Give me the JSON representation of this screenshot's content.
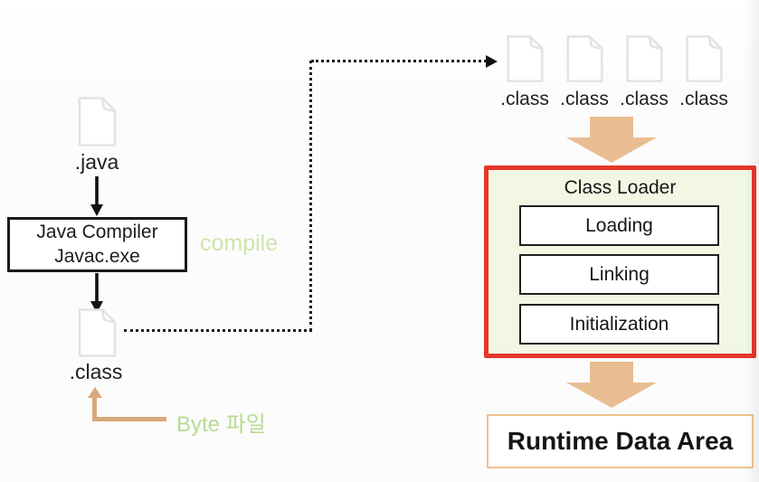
{
  "colors": {
    "accent_red": "#e5372b",
    "panel_green_bg": "#f1f7e3",
    "soft_green_text": "#cde5ab",
    "byte_green_text": "#b7dc92",
    "tan_arrow": "#d9a87c",
    "block_arrow": "#e9bd92",
    "runtime_border": "#efc28f",
    "file_icon_stroke": "#e3e3e3",
    "ink": "#1c1c1c"
  },
  "left_flow": {
    "java_file_label": ".java",
    "compiler_line1": "Java Compiler",
    "compiler_line2": "Javac.exe",
    "compile_label": "compile",
    "class_file_label": ".class",
    "byte_file_label": "Byte 파일"
  },
  "right_flow": {
    "class_file_labels": [
      ".class",
      ".class",
      ".class",
      ".class"
    ],
    "class_loader_title": "Class Loader",
    "steps": [
      "Loading",
      "Linking",
      "Initialization"
    ],
    "runtime_label": "Runtime Data Area"
  }
}
